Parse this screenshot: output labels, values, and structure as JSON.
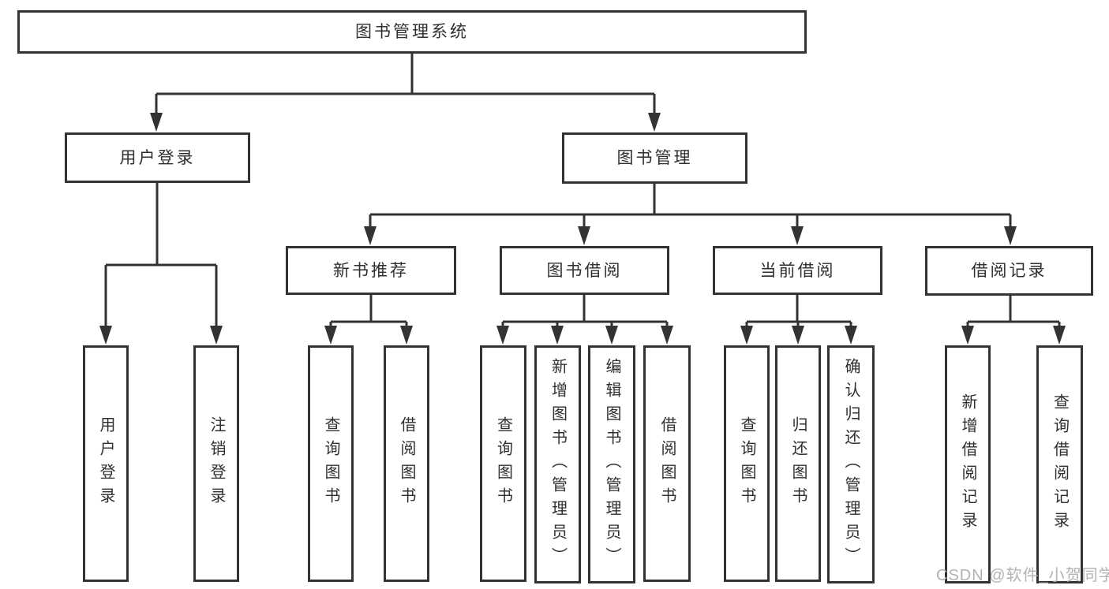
{
  "page": {
    "background": "#ffffff"
  },
  "diagram": {
    "type": "function-structure-tree",
    "line_color": "#333333",
    "text_color": "#2f2f2f",
    "tree": {
      "label": "图书管理系统",
      "children": [
        {
          "label": "用户登录",
          "children": [
            {
              "label": "用户登录"
            },
            {
              "label": "注销登录"
            }
          ]
        },
        {
          "label": "图书管理",
          "children": [
            {
              "label": "新书推荐",
              "children": [
                {
                  "label": "查询图书"
                },
                {
                  "label": "借阅图书"
                }
              ]
            },
            {
              "label": "图书借阅",
              "children": [
                {
                  "label": "查询图书"
                },
                {
                  "label": "新增图书（管理员）"
                },
                {
                  "label": "编辑图书（管理员）"
                },
                {
                  "label": "借阅图书"
                }
              ]
            },
            {
              "label": "当前借阅",
              "children": [
                {
                  "label": "查询图书"
                },
                {
                  "label": "归还图书"
                },
                {
                  "label": "确认归还（管理员）"
                }
              ]
            },
            {
              "label": "借阅记录",
              "children": [
                {
                  "label": "新增借阅记录"
                },
                {
                  "label": "查询借阅记录"
                }
              ]
            }
          ]
        }
      ]
    }
  },
  "watermark": {
    "text": "CSDN @软件_小贺同学",
    "color": "#b3b3b3"
  }
}
